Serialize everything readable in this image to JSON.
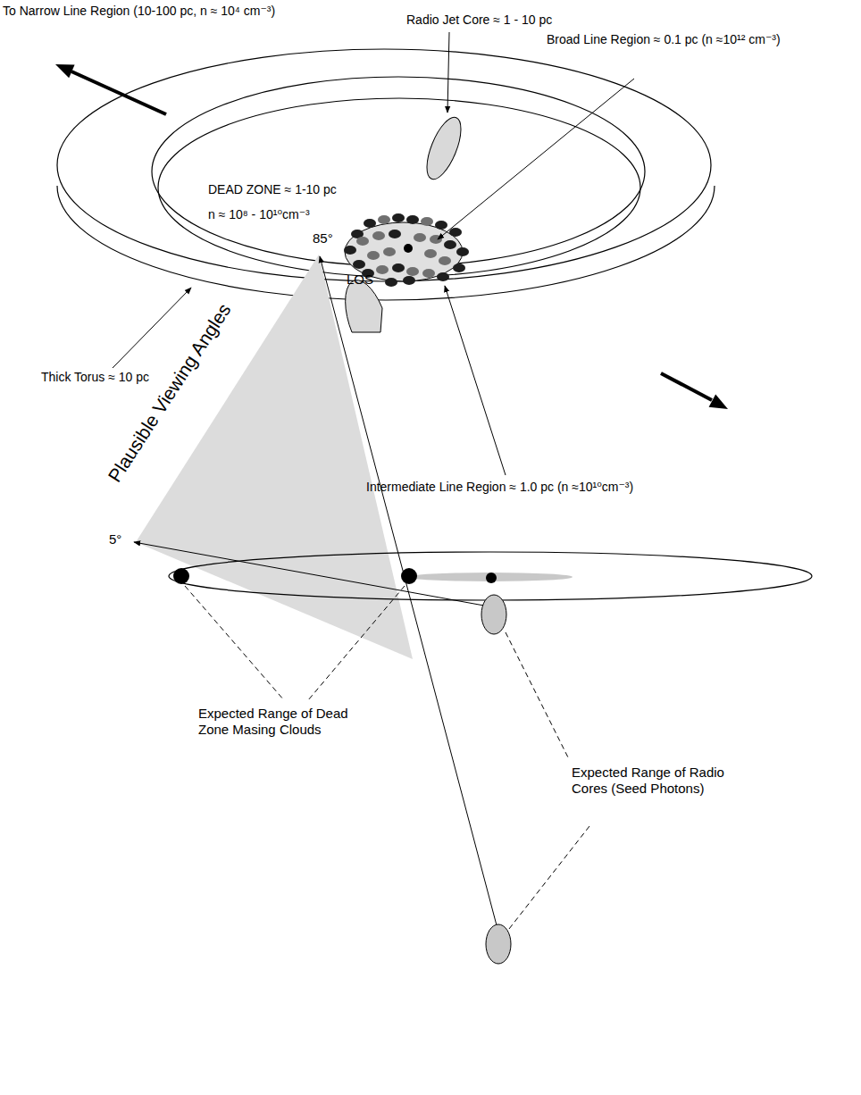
{
  "diagram": {
    "labels": [
      "To Narrow Line Region (10-100 pc, n ≈ 10⁴ cm⁻³)",
      "Radio Jet Core ≈ 1 - 10 pc",
      "Broad Line Region ≈ 0.1 pc (n ≈10¹² cm⁻³)",
      "DEAD ZONE ≈ 1-10 pc",
      "n ≈ 10⁸ - 10¹⁰cm⁻³",
      "Thick Torus ≈ 10 pc",
      "Intermediate Line Region ≈ 1.0 pc (n ≈10¹⁰cm⁻³)",
      "85°",
      "LOS",
      "Plausible Viewing Angles",
      "5°",
      "Expected Range of Dead Zone Masing Clouds",
      "Expected Range of Radio Cores (Seed Photons)"
    ]
  }
}
